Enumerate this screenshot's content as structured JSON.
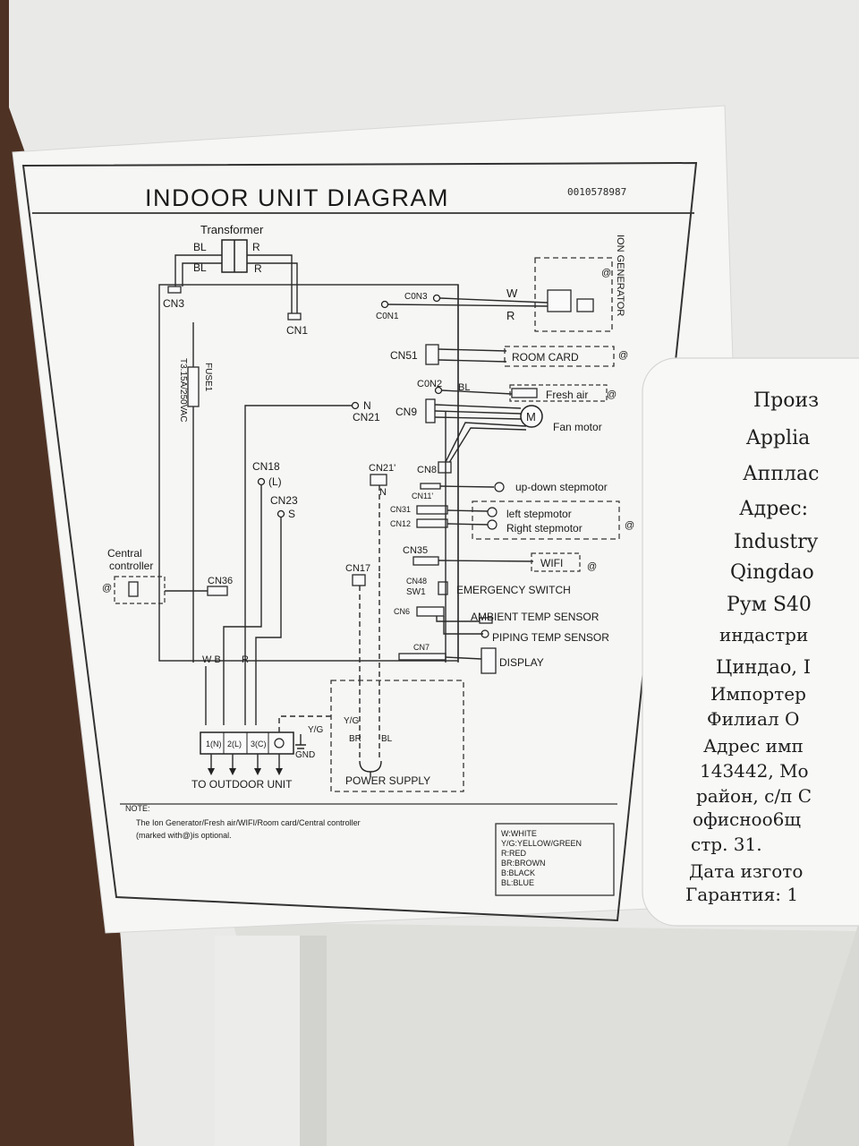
{
  "diagram": {
    "title": "INDOOR UNIT DIAGRAM",
    "code": "0010578987",
    "labels": {
      "transformer": "Transformer",
      "bl1": "BL",
      "bl2": "BL",
      "r1": "R",
      "r2": "R",
      "cn3": "CN3",
      "cn1": "CN1",
      "con3": "C0N3",
      "con1": "C0N1",
      "w": "W",
      "r": "R",
      "ion_generator": "ION GENERATOR",
      "at1": "@",
      "cn51": "CN51",
      "room_card": "ROOM CARD",
      "at2": "@",
      "con2": "C0N2",
      "bl3": "BL",
      "fresh_air": "Fresh air",
      "at3": "@",
      "cn9": "CN9",
      "m": "M",
      "fan_motor": "Fan motor",
      "fuse_rating": "T3.15A/250VAC",
      "fuse": "FUSE1",
      "n": "N",
      "cn21": "CN21",
      "cn18": "CN18",
      "l": "(L)",
      "cn23": "CN23",
      "s": "S",
      "cn21b": "CN21'",
      "nb": "N",
      "cn8": "CN8",
      "cn11": "CN11'",
      "updown": "up-down stepmotor",
      "cn31": "CN31",
      "cn12": "CN12",
      "left_step": "left stepmotor",
      "right_step": "Right stepmotor",
      "at4": "@",
      "cn35": "CN35",
      "wifi": "WIFI",
      "at5": "@",
      "central1": "Central",
      "central2": "controller",
      "at6": "@",
      "cn36": "CN36",
      "cn17": "CN17",
      "cn48": "CN48",
      "sw1": "SW1",
      "emergency": "EMERGENCY SWITCH",
      "cn6": "CN6",
      "ambient": "AMBIENT TEMP SENSOR",
      "piping": "PIPING TEMP SENSOR",
      "cn7": "CN7",
      "display": "DISPLAY",
      "wbr": "W B",
      "rr": "R",
      "t1": "1(N)",
      "t2": "2(L)",
      "t3": "3(C)",
      "yg": "Y/G",
      "gnd": "GND",
      "yg2": "Y/G",
      "br": "BR",
      "bl4": "BL",
      "to_outdoor": "TO OUTDOOR UNIT",
      "power_supply": "POWER SUPPLY"
    },
    "note": {
      "heading": "NOTE:",
      "line1": "The Ion Generator/Fresh air/WIFI/Room card/Central controller",
      "line2": "(marked with@)is optional."
    },
    "legend": [
      "W:WHITE",
      "Y/G:YELLOW/GREEN",
      "R:RED",
      "BR:BROWN",
      "B:BLACK",
      "BL:BLUE"
    ]
  },
  "sticker": {
    "lines": [
      "Произ",
      "Applia",
      "Апплас",
      "Адрес:",
      "Industry",
      "Qingdao",
      "Рум S40",
      "индастри",
      "Циндао, I",
      "Импортер",
      "Филиал О",
      "Адрес имп",
      "143442, Мо",
      "район, с/п С",
      "офисноо6щ",
      "стр. 31.",
      "Дата изгото",
      "Гарантия: 1"
    ]
  }
}
